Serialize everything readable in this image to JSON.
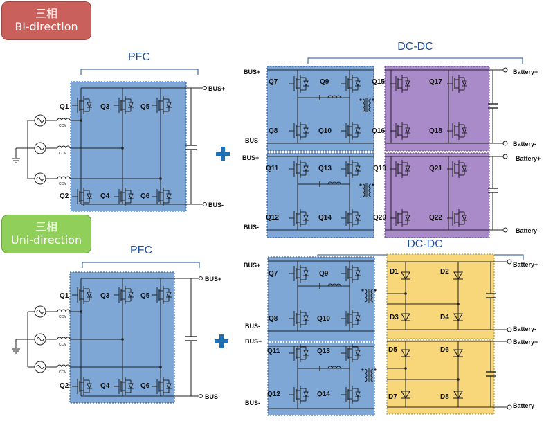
{
  "badges": {
    "bidirectional": {
      "line1": "三相",
      "line2": "Bi-direction",
      "color": "#c9605b"
    },
    "unidirectional": {
      "line1": "三相",
      "line2": "Uni-direction",
      "color": "#8fcf5a"
    }
  },
  "labels": {
    "pfc": "PFC",
    "dcdc": "DC-DC",
    "bus_plus": "BUS+",
    "bus_minus": "BUS-",
    "battery_plus": "Battery+",
    "battery_minus": "Battery-",
    "ccm": "CCM"
  },
  "pfc_switches": [
    "Q1",
    "Q3",
    "Q5",
    "Q2",
    "Q4",
    "Q6"
  ],
  "bidirectional_dcdc": {
    "stage1": {
      "primary": [
        "Q7",
        "Q9",
        "Q8",
        "Q10"
      ],
      "secondary": [
        "Q15",
        "Q17",
        "Q16",
        "Q18"
      ]
    },
    "stage2": {
      "primary": [
        "Q11",
        "Q13",
        "Q12",
        "Q14"
      ],
      "secondary": [
        "Q19",
        "Q21",
        "Q20",
        "Q22"
      ]
    }
  },
  "unidirectional_dcdc": {
    "stage1": {
      "primary": [
        "Q7",
        "Q9",
        "Q8",
        "Q10"
      ],
      "diodes": [
        "D1",
        "D2",
        "D3",
        "D4"
      ]
    },
    "stage2": {
      "primary": [
        "Q11",
        "Q13",
        "Q12",
        "Q14"
      ],
      "diodes": [
        "D5",
        "D6",
        "D7",
        "D8"
      ]
    }
  },
  "colors": {
    "blue_block": "#7ea7d6",
    "purple_block": "#a98bc9",
    "yellow_block": "#f7d77a",
    "title_text": "#1f4e9a",
    "plus_sign": "#1f6fb5"
  }
}
